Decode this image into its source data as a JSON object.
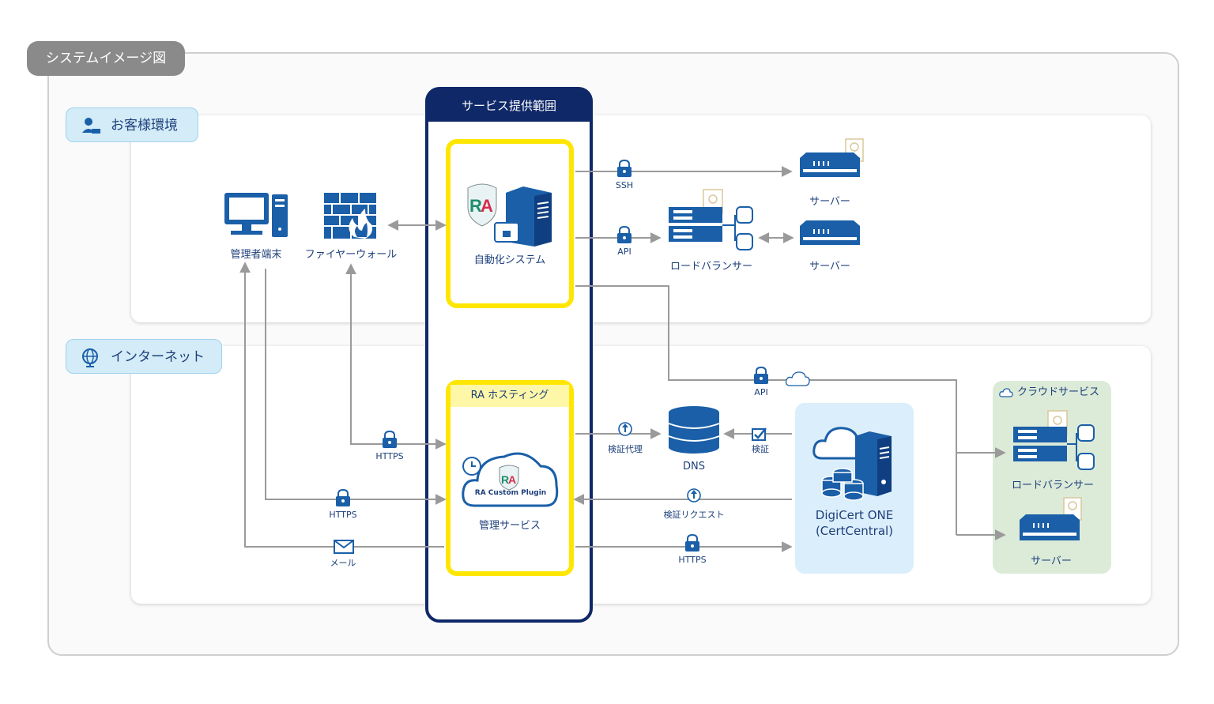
{
  "title": "システムイメージ図",
  "zones": {
    "customer": "お客様環境",
    "internet": "インターネット"
  },
  "service_scope": "サービス提供範囲",
  "nodes": {
    "admin_terminal": "管理者端末",
    "firewall": "ファイヤーウォール",
    "automation_system": "自動化システム",
    "server_ssh": "サーバー",
    "load_balancer": "ロードバランサー",
    "server_lb": "サーバー",
    "ra_hosting": "RA ホスティング",
    "ra_plugin": "RA Custom Plugin",
    "management_service": "管理サービス",
    "dns": "DNS",
    "digicert_line1": "DigiCert ONE",
    "digicert_line2": "(CertCentral)",
    "cloud_service": "クラウドサービス",
    "cloud_load_balancer": "ロードバランサー",
    "cloud_server": "サーバー"
  },
  "connections": {
    "ssh": "SSH",
    "api_lb": "API",
    "api_cloud": "API",
    "https_fw": "HTTPS",
    "https_admin": "HTTPS",
    "mail": "メール",
    "verify_proxy": "検証代理",
    "verify": "検証",
    "verify_request": "検証リクエスト",
    "https_digicert": "HTTPS"
  },
  "colors": {
    "navy": "#0f2868",
    "blue": "#1a5fa8",
    "yellow": "#ffe600",
    "line": "#9a9a9a"
  }
}
